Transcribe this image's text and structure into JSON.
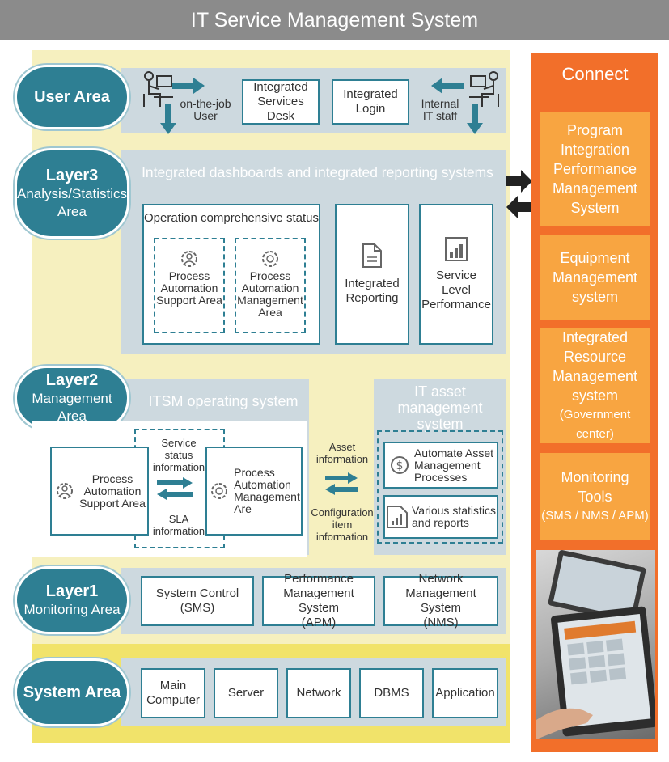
{
  "title": "IT Service Management System",
  "user_area": {
    "label": "User Area",
    "on_the_job_user": [
      "on-the-job",
      "User"
    ],
    "integrated_services_desk": [
      "Integrated",
      "Services Desk"
    ],
    "integrated_login": [
      "Integrated",
      "Login"
    ],
    "internal_it_staff": [
      "Internal",
      "IT staff"
    ]
  },
  "layer3": {
    "title": "Layer3",
    "subtitle": [
      "Analysis/Statistics",
      "Area"
    ],
    "header": "Integrated dashboards and integrated reporting systems",
    "operation_status": "Operation comprehensive status",
    "process_support": [
      "Process",
      "Automation",
      "Support Area"
    ],
    "process_management": [
      "Process",
      "Automation",
      "Management",
      "Area"
    ],
    "integrated_reporting": [
      "Integrated",
      "Reporting"
    ],
    "service_level": [
      "Service",
      "Level",
      "Performance"
    ]
  },
  "layer2": {
    "title": "Layer2",
    "subtitle": "Management Area",
    "itsm_header": "ITSM operating system",
    "asset_header": [
      "IT asset",
      "management system"
    ],
    "process_support": [
      "Process",
      "Automation",
      "Support Area"
    ],
    "process_management": [
      "Process",
      "Automation",
      "Management",
      "Are"
    ],
    "service_status": [
      "Service",
      "status",
      "information"
    ],
    "sla_information": [
      "SLA",
      "information"
    ],
    "asset_information": [
      "Asset",
      "information"
    ],
    "configuration_information": [
      "Configuration",
      "item",
      "information"
    ],
    "automate_asset": [
      "Automate Asset",
      "Management",
      "Processes"
    ],
    "various_statistics": [
      "Various statistics",
      "and reports"
    ]
  },
  "layer1": {
    "title": "Layer1",
    "subtitle": "Monitoring Area",
    "system_control": [
      "System Control",
      "(SMS)"
    ],
    "performance_mgmt": [
      "Performance",
      "Management System",
      "(APM)"
    ],
    "network_mgmt": [
      "Network",
      "Management System",
      "(NMS)"
    ]
  },
  "system_area": {
    "label": "System Area",
    "items": [
      [
        "Main",
        "Computer"
      ],
      [
        "Server"
      ],
      [
        "Network"
      ],
      [
        "DBMS"
      ],
      [
        "Application"
      ]
    ]
  },
  "connect": {
    "title": "Connect",
    "program_integration": [
      "Program",
      "Integration",
      "Performance",
      "Management",
      "System"
    ],
    "equipment": [
      "Equipment",
      "Management",
      "system"
    ],
    "integrated_resource": [
      "Integrated",
      "Resource",
      "Management",
      "system"
    ],
    "government_center": "(Government center)",
    "monitoring_tools": [
      "Monitoring",
      "Tools"
    ],
    "monitoring_tools_sub": "(SMS / NMS / APM)"
  },
  "colors": {
    "teal": "#2e7f93",
    "band": "#cdd9df",
    "cream": "#f6f0bf",
    "orange": "#f26f2a",
    "orange_light": "#f8a541",
    "title_gray": "#8b8b8b"
  },
  "icons": [
    "desk-worker-icon",
    "arrow-right-icon",
    "arrow-down-icon",
    "arrow-left-icon",
    "gear-person-icon",
    "gear-cycle-icon",
    "document-icon",
    "bar-chart-icon",
    "double-arrow-icon",
    "dollar-cycle-icon",
    "statistics-report-icon",
    "connect-arrows-icon"
  ]
}
